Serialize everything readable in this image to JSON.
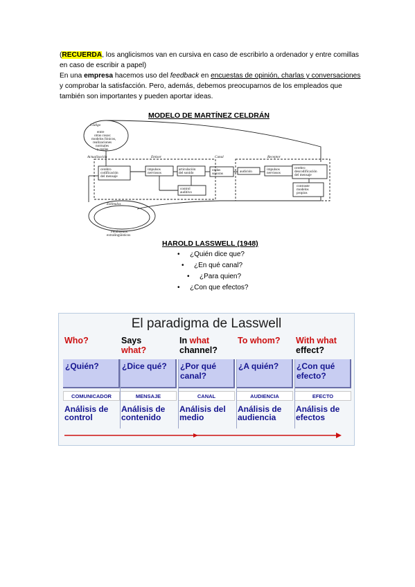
{
  "intro": {
    "open_paren": "(",
    "recuerda": "RECUERDA",
    "note_rest": ", los anglicismos van en cursiva en caso de escribirlo a ordenador y entre comillas en caso de escribir a papel)",
    "p2_a": "En una ",
    "p2_empresa": "empresa",
    "p2_b": " hacemos uso del ",
    "p2_feedback": "feedback",
    "p2_c": " en ",
    "p2_encuestas": "encuestas de opinión, charlas y conversaciones",
    "p2_d": " y comprobar la satisfacción.  Pero, además, debemos preocuparnos de los empleados que también son importantes y pueden aportar ideas."
  },
  "diagram": {
    "title": "MODELO DE MARTÍNEZ CELDRÁN",
    "labels": {
      "codigo": "Código",
      "codigo_box": [
        "entre",
        "otras cosas:",
        "modelos fónicos,",
        "realizaciones",
        "normales",
        "y reglas"
      ],
      "actualizacion": "Actualización",
      "emisor": "Emisor",
      "canal": "Canal",
      "receptor": "Receptor",
      "cerebro_cod": [
        "cerebro",
        "codificación",
        "del mensaje"
      ],
      "impulsos1": [
        "impulsos",
        "nerviosos"
      ],
      "articulacion": [
        "articulación",
        "del sonido"
      ],
      "ondas": [
        "ondas",
        "sonoras"
      ],
      "audicion": "audición",
      "impulsos2": [
        "impulsos",
        "nerviosos"
      ],
      "cerebro_decod": [
        "cerebro",
        "descodificación",
        "del mensaje"
      ],
      "control": [
        "control",
        "auditivo"
      ],
      "contraste": [
        "contraste",
        "modelos",
        "propios"
      ],
      "estimulos": "Estímulos",
      "fenomenos": [
        "Fenómenos",
        "extralingüísticos"
      ]
    }
  },
  "lasswell_heading": "HAROLD LASSWELL (1948)",
  "bullets": [
    "¿Quién dice que?",
    "¿En qué canal?",
    "¿Para quien?",
    "¿Con que efectos?"
  ],
  "paradigm": {
    "title": "El paradigma de Lasswell",
    "columns": [
      {
        "q_black1": "",
        "q_red1": "Who?",
        "q_black2": "",
        "q_red2": "",
        "box": "¿Quién?",
        "label": "COMUNICADOR",
        "analysis1": "Análisis de",
        "analysis2": "control"
      },
      {
        "q_black1": "Says",
        "q_red1": "",
        "q_black2": "",
        "q_red2": "what?",
        "box": "¿Dice qué?",
        "label": "MENSAJE",
        "analysis1": "Análisis de",
        "analysis2": "contenido"
      },
      {
        "q_black1": "In ",
        "q_red1": "what",
        "q_black2": "channel?",
        "q_red2": "",
        "box": "¿Por qué canal?",
        "label": "CANAL",
        "analysis1": "Análisis del",
        "analysis2": "medio"
      },
      {
        "q_black1": "",
        "q_red1": "To whom?",
        "q_black2": "",
        "q_red2": "",
        "box": "¿A quién?",
        "label": "AUDIENCIA",
        "analysis1": "Análisis de",
        "analysis2": "audiencia"
      },
      {
        "q_black1": "",
        "q_red1": "With what",
        "q_black2": "effect?",
        "q_red2": "",
        "box": "¿Con qué efecto?",
        "label": "EFECTO",
        "analysis1": "Análisis de",
        "analysis2": "efectos"
      }
    ],
    "colors": {
      "red": "#cc1111",
      "blue_text": "#14148f",
      "box_fill": "#c8cdf2"
    }
  }
}
